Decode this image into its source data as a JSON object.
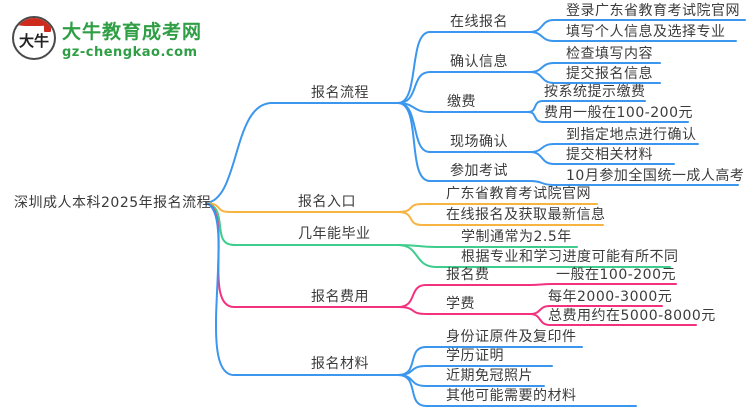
{
  "palette": {
    "branch_blue": "#3b96ee",
    "branch_orange": "#f7b440",
    "branch_green": "#3ecd8d",
    "branch_pink": "#f3317f",
    "text": "#3c3c3c",
    "logo_green": "#2f9e45",
    "logo_red": "#cd2b1e"
  },
  "logo": {
    "mark": "大牛",
    "site_name": "大牛教育成考网",
    "domain": "gz-chengkao.com"
  },
  "root_label": "深圳成人本科2025年报名流程",
  "branches": [
    {
      "label": "报名流程",
      "color": "blue",
      "children": [
        {
          "label": "在线报名",
          "leaves": [
            "登录广东省教育考试院官网",
            "填写个人信息及选择专业"
          ]
        },
        {
          "label": "确认信息",
          "leaves": [
            "检查填写内容",
            "提交报名信息"
          ]
        },
        {
          "label": "缴费",
          "leaves": [
            "按系统提示缴费",
            "费用一般在100-200元"
          ]
        },
        {
          "label": "现场确认",
          "leaves": [
            "到指定地点进行确认",
            "提交相关材料"
          ]
        },
        {
          "label": "参加考试",
          "leaves": [
            "10月参加全国统一成人高考"
          ]
        }
      ]
    },
    {
      "label": "报名入口",
      "color": "orange",
      "leaves": [
        "广东省教育考试院官网",
        "在线报名及获取最新信息"
      ]
    },
    {
      "label": "几年能毕业",
      "color": "green",
      "leaves": [
        "学制通常为2.5年",
        "根据专业和学习进度可能有所不同"
      ]
    },
    {
      "label": "报名费用",
      "color": "pink",
      "children": [
        {
          "label": "报名费",
          "leaves": [
            "一般在100-200元"
          ]
        },
        {
          "label": "学费",
          "leaves": [
            "每年2000-3000元",
            "总费用约在5000-8000元"
          ]
        }
      ]
    },
    {
      "label": "报名材料",
      "color": "blue",
      "leaves": [
        "身份证原件及复印件",
        "学历证明",
        "近期免冠照片",
        "其他可能需要的材料"
      ]
    }
  ]
}
